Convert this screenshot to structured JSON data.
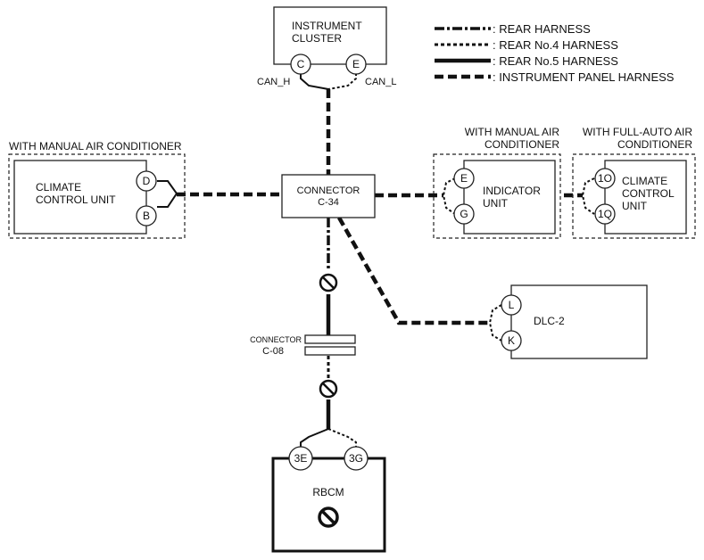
{
  "legend": {
    "rear_harness": ": REAR HARNESS",
    "rear_no4": ": REAR No.4 HARNESS",
    "rear_no5": ": REAR No.5 HARNESS",
    "instrument_panel": ": INSTRUMENT PANEL HARNESS"
  },
  "instrument_cluster": {
    "line1": "INSTRUMENT",
    "line2": "CLUSTER",
    "pin_c": "C",
    "pin_e": "E",
    "can_h": "CAN_H",
    "can_l": "CAN_L"
  },
  "manual_ac_left": {
    "group_label": "WITH MANUAL AIR CONDITIONER",
    "line1": "CLIMATE",
    "line2": "CONTROL UNIT",
    "pin_d": "D",
    "pin_b": "B"
  },
  "connector_c34": {
    "line1": "CONNECTOR",
    "line2": "C-34"
  },
  "indicator": {
    "group_line1": "WITH MANUAL AIR",
    "group_line2": "CONDITIONER",
    "line1": "INDICATOR",
    "line2": "UNIT",
    "pin_e": "E",
    "pin_g": "G"
  },
  "full_auto": {
    "group_line1": "WITH FULL-AUTO AIR",
    "group_line2": "CONDITIONER",
    "line1": "CLIMATE",
    "line2": "CONTROL",
    "line3": "UNIT",
    "pin_1o": "1O",
    "pin_1q": "1Q"
  },
  "dlc2": {
    "label": "DLC-2",
    "pin_l": "L",
    "pin_k": "K"
  },
  "connector_c08": {
    "line1": "CONNECTOR",
    "line2": "C-08"
  },
  "rbcm": {
    "label": "RBCM",
    "pin_3e": "3E",
    "pin_3g": "3G"
  }
}
